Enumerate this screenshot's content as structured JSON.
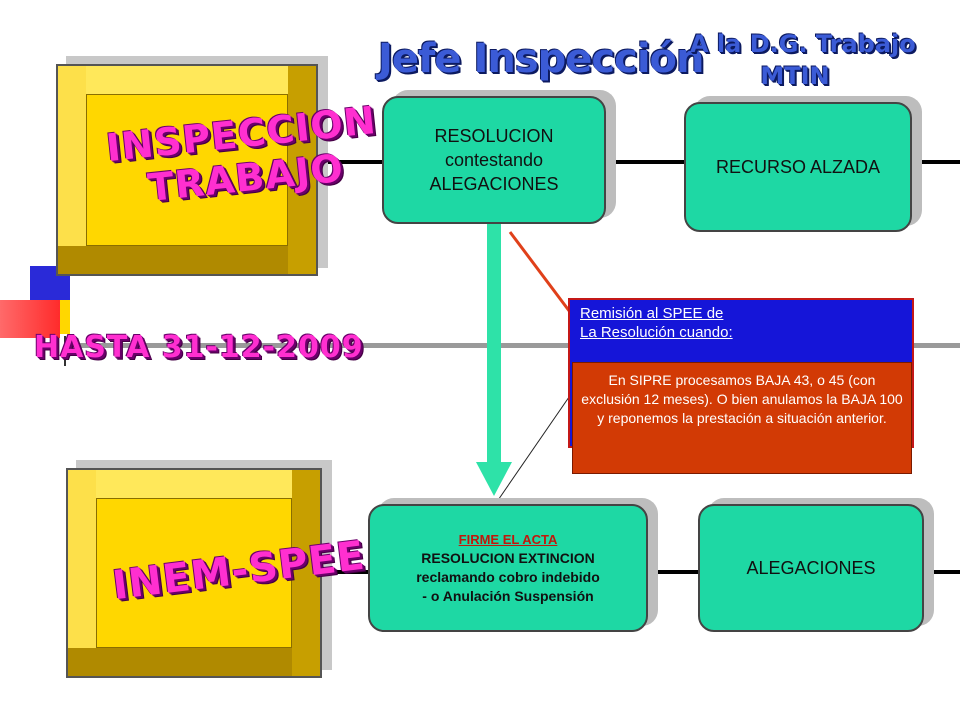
{
  "title": "Jefe Inspección",
  "destination": {
    "line1": "A la D.G. Trabajo",
    "line2": "MTIN"
  },
  "left_blocks": {
    "inspeccion": {
      "line1": "INSPECCION",
      "line2": "TRABAJO"
    },
    "inem": "INEM-SPEE"
  },
  "banner": "HASTA 31-12-2009",
  "top_boxes": {
    "resolucion": [
      "RESOLUCION",
      "contestando",
      "ALEGACIONES"
    ],
    "recurso": "RECURSO ALZADA"
  },
  "bottom_boxes": {
    "firme_title": "FIRME EL ACTA",
    "firme_lines": [
      "RESOLUCION EXTINCION",
      "reclamando cobro indebido",
      "- o Anulación Suspensión"
    ],
    "alegaciones": "ALEGACIONES"
  },
  "note_blue": {
    "line1": "Remisión al SPEE de",
    "line2": "La Resolución cuando:"
  },
  "note_red": "En SIPRE procesamos BAJA 43, o 45 (con exclusión 12 meses). O bien anulamos la BAJA 100 y reponemos la prestación a situación anterior.",
  "colors": {
    "box_fill": "#1ed8a4",
    "frame_yellow": "#ffd700",
    "wordart_magenta": "#ff2fd0",
    "note_blue": "#1515d8",
    "note_red": "#d23a05"
  }
}
